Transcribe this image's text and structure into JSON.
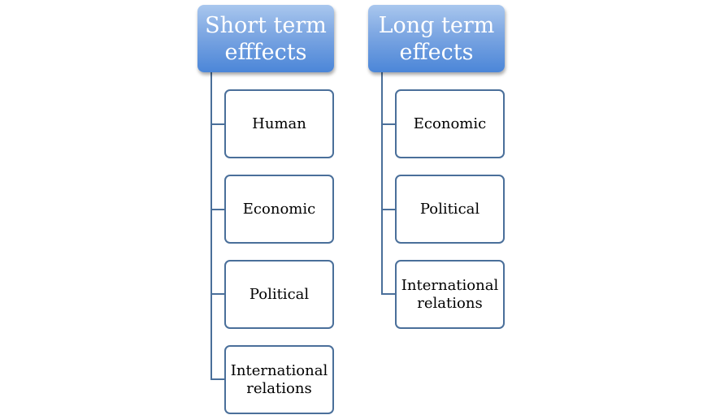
{
  "diagram": {
    "line_color": "#4a6f9a",
    "header_color": "#5a8fdb",
    "columns": [
      {
        "header_lines": [
          "Short term",
          "efffects"
        ],
        "items": [
          {
            "lines": [
              "Human"
            ]
          },
          {
            "lines": [
              "Economic"
            ]
          },
          {
            "lines": [
              "Political"
            ]
          },
          {
            "lines": [
              "International",
              "relations"
            ]
          }
        ]
      },
      {
        "header_lines": [
          "Long term",
          "effects"
        ],
        "items": [
          {
            "lines": [
              "Economic"
            ]
          },
          {
            "lines": [
              "Political"
            ]
          },
          {
            "lines": [
              "International",
              "relations"
            ]
          }
        ]
      }
    ]
  }
}
